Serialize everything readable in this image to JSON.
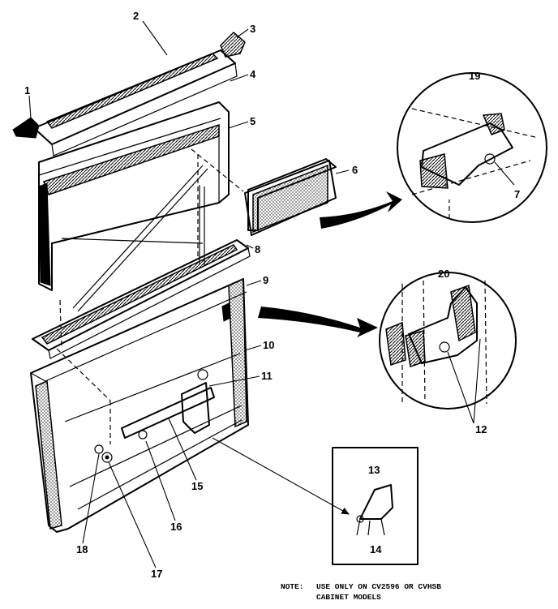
{
  "callouts": {
    "c1": "1",
    "c2": "2",
    "c3": "3",
    "c4": "4",
    "c5": "5",
    "c6": "6",
    "c7": "7",
    "c8": "8",
    "c9": "9",
    "c10": "10",
    "c11": "11",
    "c12": "12",
    "c13": "13",
    "c14": "14",
    "c15": "15",
    "c16": "16",
    "c17": "17",
    "c18": "18",
    "c19": "19",
    "c20": "20"
  },
  "note": {
    "label": "NOTE:",
    "line1": "USE ONLY ON CV2596 OR CVHSB",
    "line2": "CABINET MODELS"
  }
}
